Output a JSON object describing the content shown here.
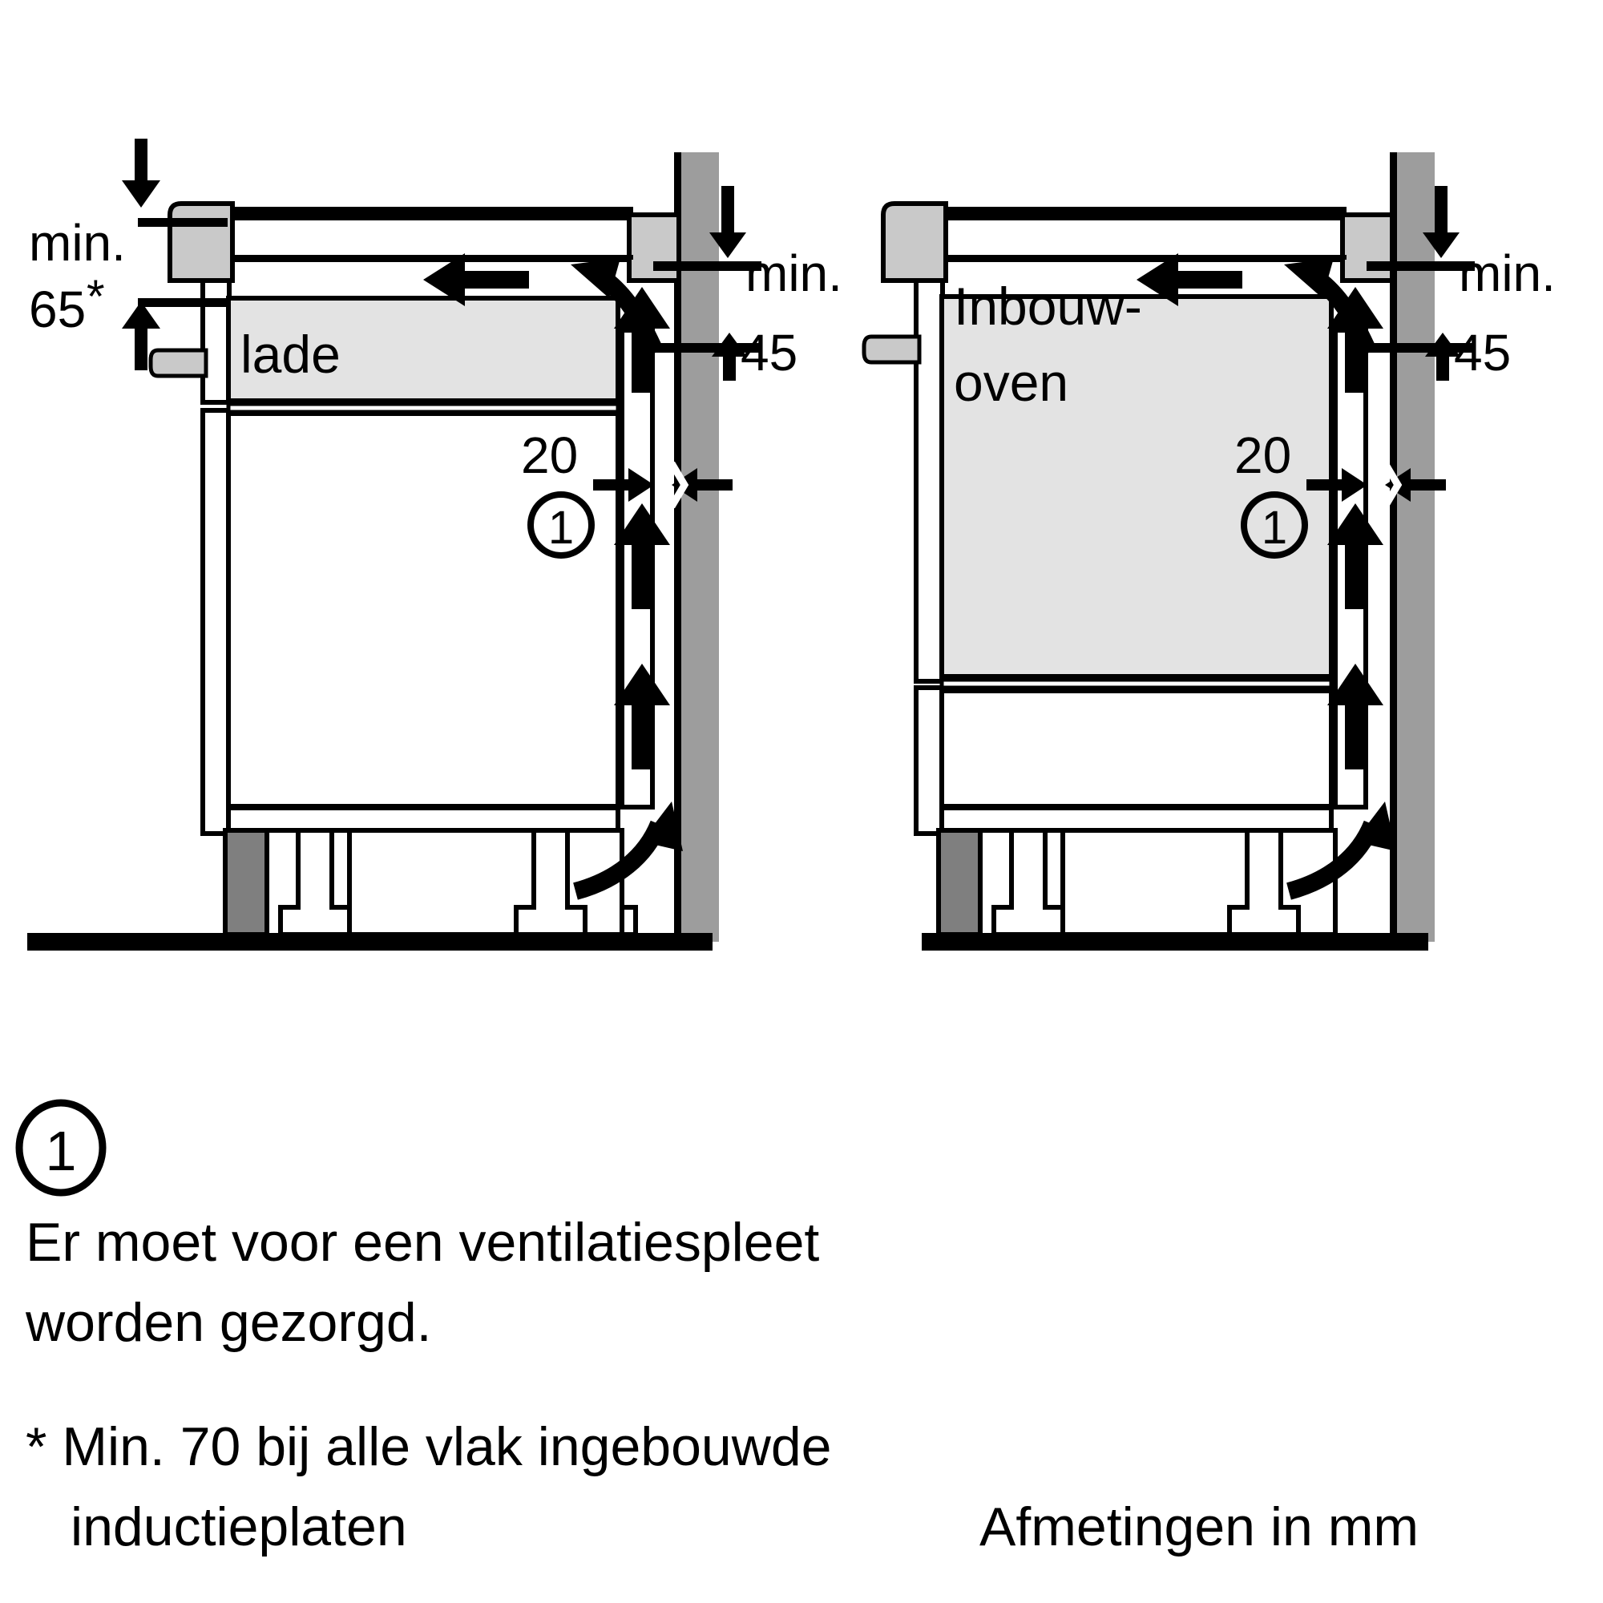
{
  "document": {
    "type": "installation-clearance-diagram",
    "language": "nl",
    "units_note": "Afmetingen in mm"
  },
  "colors": {
    "line": "#000000",
    "wall_fill": "#9d9d9d",
    "appliance_fill": "#e3e3e3",
    "hob_fill": "#c9c9c9",
    "plinth_fill": "#7f7f7f",
    "background": "#ffffff"
  },
  "left_diagram": {
    "name": "hob-above-drawer",
    "appliance_label": "lade",
    "min_top_label": "min.",
    "min_top_value": "65",
    "min_top_asterisk": "*",
    "min_wall_label": "min.",
    "min_wall_value": "45",
    "gap_value": "20",
    "gap_marker": "1"
  },
  "right_diagram": {
    "name": "hob-above-built-in-oven",
    "appliance_label_line1": "Inbouw-",
    "appliance_label_line2": "oven",
    "min_wall_label": "min.",
    "min_wall_value": "45",
    "gap_value": "20",
    "gap_marker": "1"
  },
  "legend": {
    "marker": "1",
    "note_line1": "Er moet voor een ventilatiespleet",
    "note_line2": "worden gezorgd.",
    "footnote_line1": "* Min. 70 bij alle vlak ingebouwde",
    "footnote_line2": "inductieplaten",
    "units": "Afmetingen in mm"
  }
}
